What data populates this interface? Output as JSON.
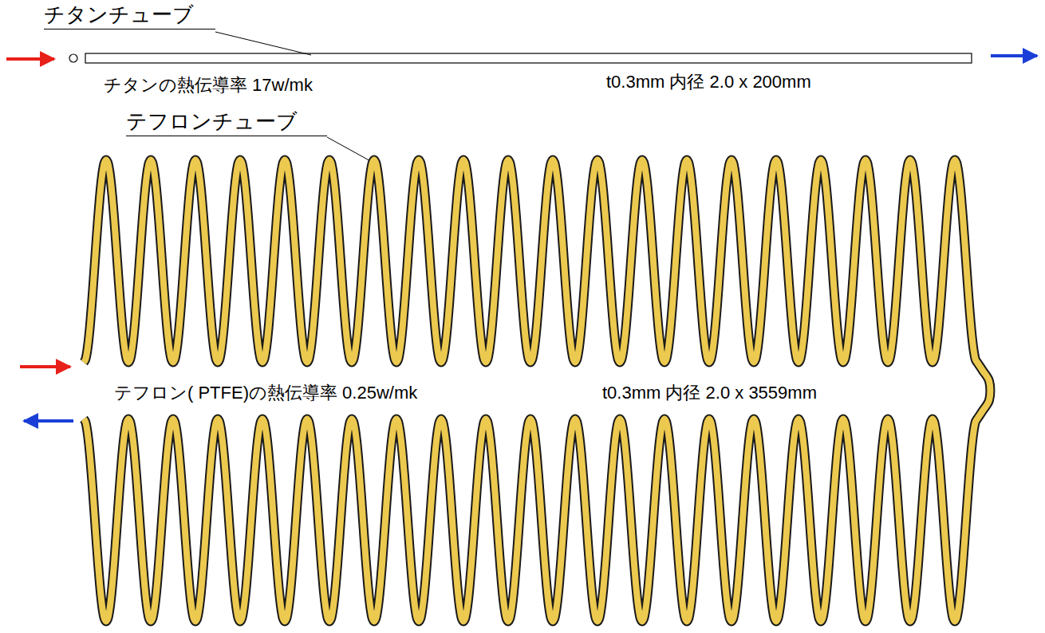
{
  "diagram": {
    "labels": [
      "チタンチューブ",
      "チタンの熱伝導率 17w/mk",
      "t0.3mm 内径 2.0 x 200mm",
      "テフロンチューブ",
      "テフロン( PTFE)の熱伝導率 0.25w/mk",
      "t0.3mm 内径 2.0 x 3559mm"
    ]
  }
}
